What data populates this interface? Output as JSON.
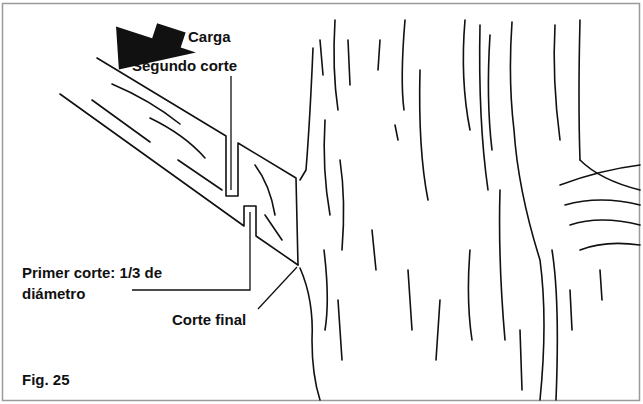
{
  "diagram": {
    "caption": "Fig. 25",
    "labels": [
      "Carga",
      "Segundo corte",
      "Primer corte: 1/3 de diámetro",
      "Corte final"
    ]
  }
}
